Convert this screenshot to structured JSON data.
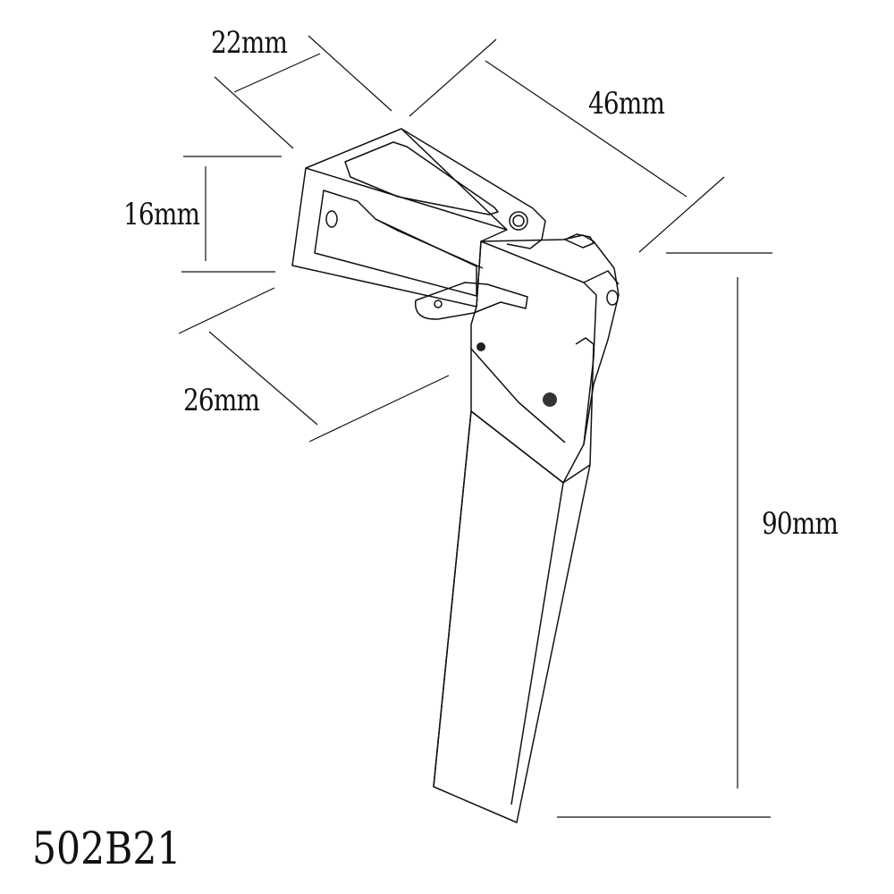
{
  "dimensions": {
    "width_top": "22mm",
    "length_arm": "46mm",
    "height_bracket": "16mm",
    "depth_bracket": "26mm",
    "height_total": "90mm"
  },
  "part_number": "502B21"
}
